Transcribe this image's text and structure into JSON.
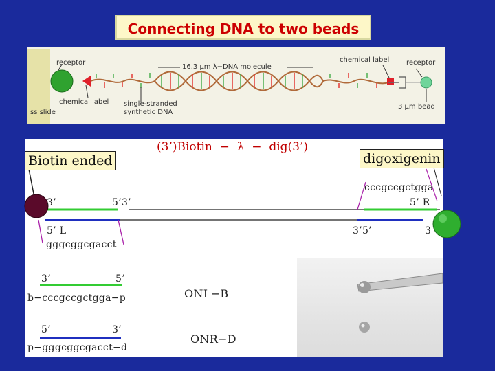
{
  "title": "Connecting DNA to two beads",
  "top_diagram": {
    "receptor_left": "receptor",
    "chemical_label_left": "chemical label",
    "glass_slide": "ss slide",
    "single_stranded": "single-stranded",
    "synthetic_dna": "synthetic DNA",
    "molecule": "16.3 μm λ−DNA molecule",
    "chemical_label_right": "chemical label",
    "receptor_right": "receptor",
    "bead": "3 μm bead"
  },
  "biotin_label": "Biotin ended",
  "digoxigenin_label": "digoxigenin",
  "center_formula": "(3’)Biotin  −  λ  −  dig(3’)",
  "strand": {
    "left_3": "3’",
    "left_53": "5’3’",
    "left_5L": "5’ L",
    "left_seq": "gggcggcgacct",
    "right_seq": "cccgccgctgga",
    "right_5R": "5’ R",
    "right_35": "3’5’",
    "right_3": "3"
  },
  "oligo1": {
    "end3": "3’",
    "end5": "5’",
    "seq": "b−cccgccgctgga−p",
    "name": "ONL−B"
  },
  "oligo2": {
    "end5": "5’",
    "end3": "3’",
    "seq": "p−gggcggcgacct−d",
    "name": "ONR−D"
  },
  "colors": {
    "background": "#1a2a9c",
    "title_text": "#cc0000",
    "green_strand": "#33cc33",
    "blue_strand": "#1f2fbf",
    "magenta_line": "#aa22aa",
    "dark_bead": "#5a0a2a",
    "green_bead": "#2fae2f"
  }
}
